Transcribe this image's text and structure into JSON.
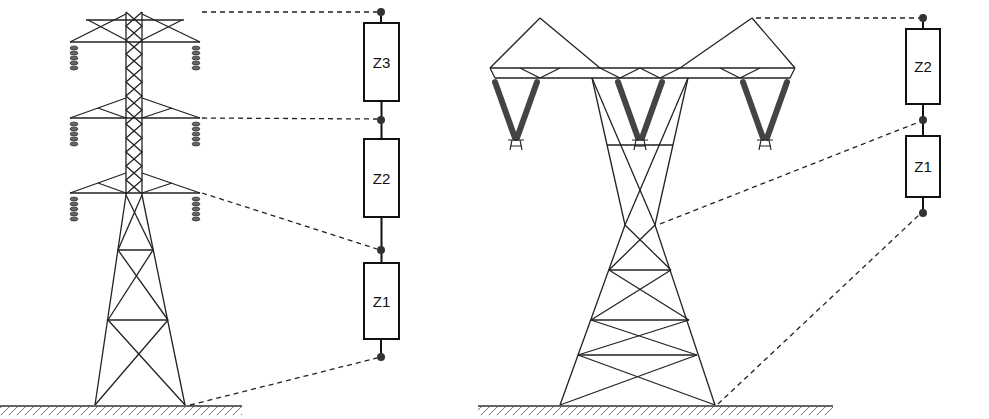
{
  "diagram": {
    "nodes": [
      {
        "text": [
          "Z3"
        ]
      },
      {
        "text": [
          "Z2"
        ]
      },
      {
        "text": [
          "Z1"
        ]
      },
      {
        "text": [
          "Z2"
        ]
      },
      {
        "text": [
          "Z1"
        ]
      }
    ],
    "edges": [
      {
        "from": 0,
        "to": 1,
        "arrow": "none"
      },
      {
        "from": 1,
        "to": 2,
        "arrow": "none"
      },
      {
        "from": 3,
        "to": 4,
        "arrow": "none"
      }
    ]
  }
}
